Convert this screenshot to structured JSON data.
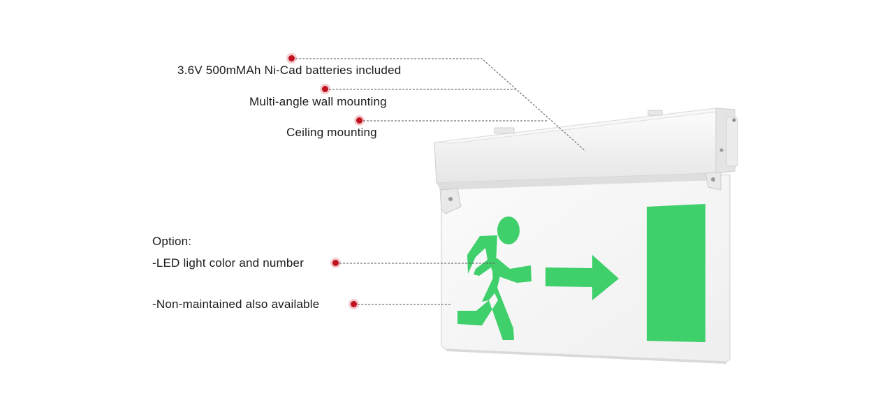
{
  "callouts": {
    "batteries": "3.6V 500mMAh Ni-Cad batteries included",
    "wall_mounting": "Multi-angle wall mounting",
    "ceiling_mounting": "Ceiling mounting",
    "option_heading": "Option:",
    "led_option": "-LED light color and number",
    "non_maintained": "-Non-maintained also available"
  },
  "colors": {
    "dot": "#c1121f",
    "sign_green": "#3fcf6b",
    "housing": "#f1f1f1"
  },
  "icons": [
    "running-man-pictogram",
    "arrow-right-pictogram",
    "exit-door-pictogram"
  ]
}
